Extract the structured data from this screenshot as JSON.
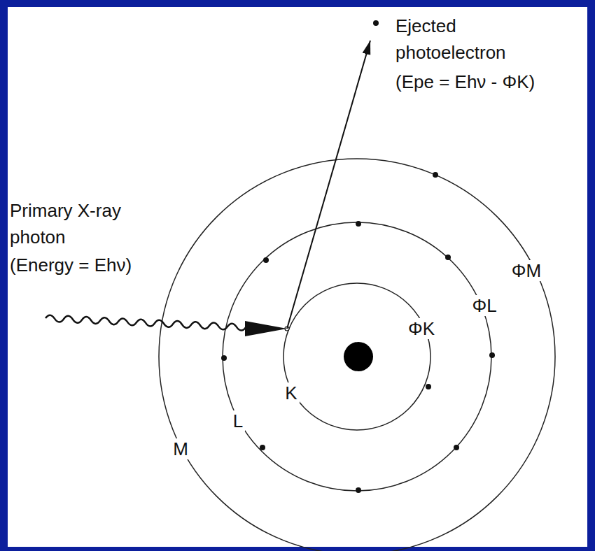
{
  "diagram": {
    "labels": [
      "Ejected photoelectron",
      "(Epe = Ehν - ΦK)",
      "Primary X-ray photon",
      "(Energy = Ehν)",
      "ΦM",
      "ΦL",
      "ΦK",
      "K",
      "L",
      "M"
    ]
  }
}
